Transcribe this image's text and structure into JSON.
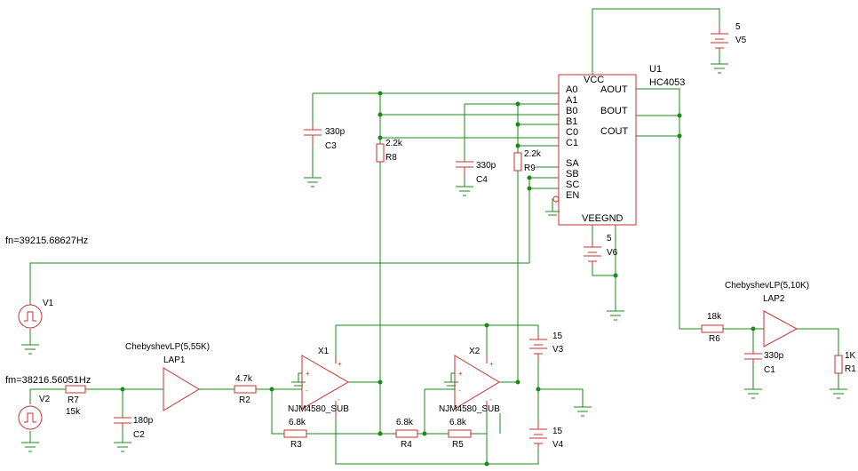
{
  "ic": {
    "ref": "U1",
    "part": "HC4053",
    "pins_left": [
      "A0",
      "A1",
      "B0",
      "B1",
      "C0",
      "C1",
      "SA",
      "SB",
      "SC",
      "EN"
    ],
    "pins_right": [
      "AOUT",
      "BOUT",
      "COUT"
    ],
    "vcc": "VCC",
    "veegnd": "VEEGND"
  },
  "sources": {
    "v5": {
      "ref": "V5",
      "value": "5"
    },
    "v6": {
      "ref": "V6",
      "value": "5"
    },
    "v3": {
      "ref": "V3",
      "value": "15"
    },
    "v4": {
      "ref": "V4",
      "value": "15"
    },
    "v1": {
      "ref": "V1",
      "freq": "fn=39215.68627Hz"
    },
    "v2": {
      "ref": "V2",
      "freq": "fm=38216.56051Hz"
    }
  },
  "caps": {
    "c3": {
      "ref": "C3",
      "value": "330p"
    },
    "c4": {
      "ref": "C4",
      "value": "330p"
    },
    "c2": {
      "ref": "C2",
      "value": "180p"
    },
    "c1": {
      "ref": "C1",
      "value": "330p"
    }
  },
  "resistors": {
    "r8": {
      "ref": "R8",
      "value": "2.2k"
    },
    "r9": {
      "ref": "R9",
      "value": "2.2k"
    },
    "r7": {
      "ref": "R7",
      "value": "15k"
    },
    "r2": {
      "ref": "R2",
      "value": "4.7k"
    },
    "r3": {
      "ref": "R3",
      "value": "6.8k"
    },
    "r4": {
      "ref": "R4",
      "value": "6.8k"
    },
    "r5": {
      "ref": "R5",
      "value": "6.8k"
    },
    "r6": {
      "ref": "R6",
      "value": "18k"
    },
    "r1": {
      "ref": "R1",
      "value": "1K"
    }
  },
  "opamps": {
    "x1": {
      "ref": "X1",
      "part": "NJM4580_SUB"
    },
    "x2": {
      "ref": "X2",
      "part": "NJM4580_SUB"
    }
  },
  "filters": {
    "lap1": {
      "ref": "LAP1",
      "label": "ChebyshevLP(5,55K)"
    },
    "lap2": {
      "ref": "LAP2",
      "label": "ChebyshevLP(5,10K)"
    }
  },
  "symbols": {
    "plus": "+",
    "minus": "-"
  }
}
